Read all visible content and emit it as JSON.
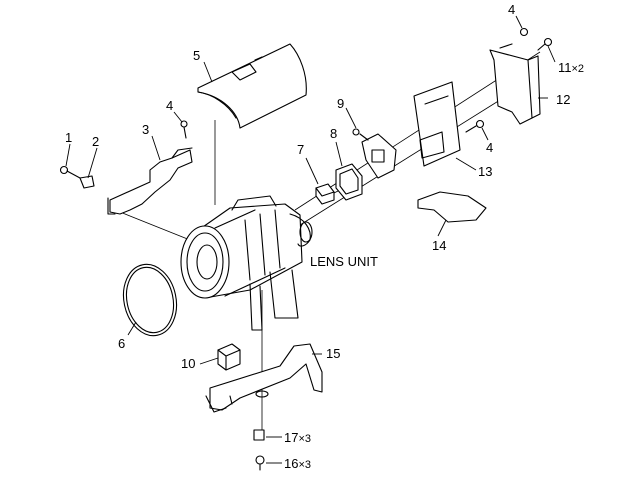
{
  "diagram": {
    "center_label": "LENS UNIT",
    "callouts": [
      {
        "id": "c1",
        "text": "1"
      },
      {
        "id": "c2",
        "text": "2"
      },
      {
        "id": "c3",
        "text": "3"
      },
      {
        "id": "c4a",
        "text": "4"
      },
      {
        "id": "c4b",
        "text": "4"
      },
      {
        "id": "c4c",
        "text": "4"
      },
      {
        "id": "c5",
        "text": "5"
      },
      {
        "id": "c6",
        "text": "6"
      },
      {
        "id": "c7",
        "text": "7"
      },
      {
        "id": "c8",
        "text": "8"
      },
      {
        "id": "c9",
        "text": "9"
      },
      {
        "id": "c10",
        "text": "10"
      },
      {
        "id": "c11",
        "text": "11",
        "qty": "×2"
      },
      {
        "id": "c12",
        "text": "12"
      },
      {
        "id": "c13",
        "text": "13"
      },
      {
        "id": "c14",
        "text": "14"
      },
      {
        "id": "c15",
        "text": "15"
      },
      {
        "id": "c16",
        "text": "16",
        "qty": "×3"
      },
      {
        "id": "c17",
        "text": "17",
        "qty": "×3"
      }
    ]
  }
}
